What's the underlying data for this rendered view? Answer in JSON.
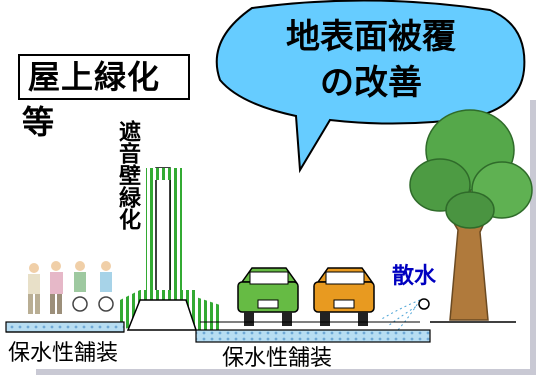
{
  "labels": {
    "rooftop_greening_line1": "屋上緑化",
    "rooftop_greening_line2": "等",
    "surface_cover_line1": "地表面被覆",
    "surface_cover_line2": "の改善",
    "noise_barrier_greening": "遮音壁緑化",
    "water_sprinkling": "散水",
    "paving_left": "保水性舗装",
    "paving_right": "保水性舗装"
  },
  "colors": {
    "bubble_fill": "#66ccff",
    "green_stripe": "#33aa33",
    "paving_fill": "#b7ddf2",
    "tree_leaves": "#55a84a",
    "tree_trunk": "#b07a3c",
    "car_green": "#66bb44",
    "car_orange": "#e89a20",
    "water_text": "#0000c0"
  }
}
